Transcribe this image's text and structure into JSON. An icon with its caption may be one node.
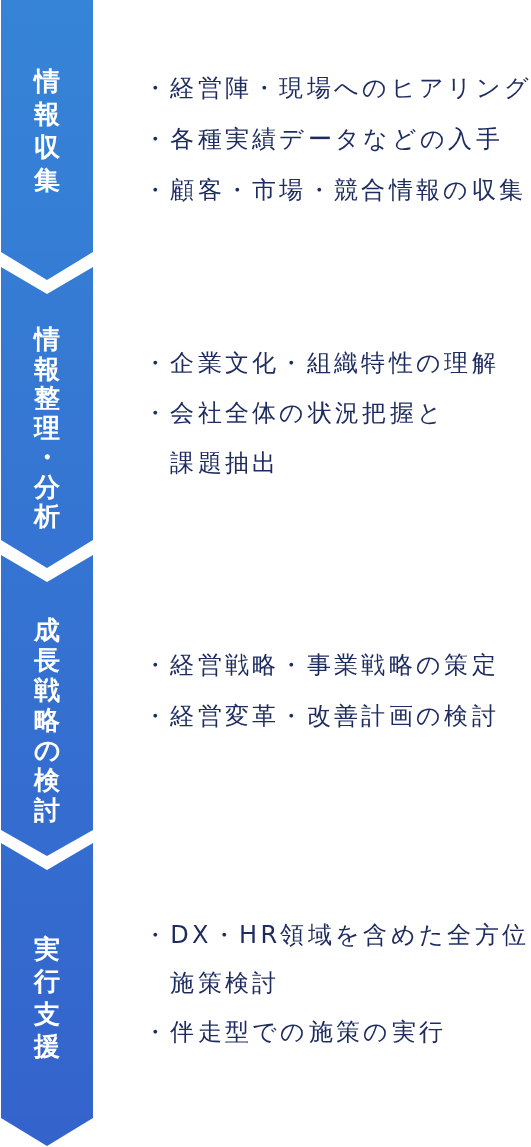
{
  "diagram": {
    "nodes": [
      {
        "text": [
          "情報収集"
        ],
        "beside": [
          "・経営陣・現場へのヒアリング",
          "・各種実績データなどの入手",
          "・顧客・市場・競合情報の収集"
        ]
      },
      {
        "text": [
          "情報整理・分析"
        ],
        "beside": [
          "・企業文化・組織特性の理解",
          "・会社全体の状況把握と課題抽出"
        ]
      },
      {
        "text": [
          "成長戦略の検討"
        ],
        "beside": [
          "・経営戦略・事業戦略の策定",
          "・経営変革・改善計画の検討"
        ]
      },
      {
        "text": [
          "実行支援"
        ],
        "beside": [
          "・DX・HR領域を含めた全方位施策検討",
          "・伴走型での施策の実行"
        ]
      }
    ],
    "edges": [
      {
        "from": 0,
        "to": 1,
        "arrow": "to"
      },
      {
        "from": 1,
        "to": 2,
        "arrow": "to"
      },
      {
        "from": 2,
        "to": 3,
        "arrow": "to"
      },
      {
        "from": 3,
        "to": null,
        "arrow": "to"
      }
    ]
  }
}
